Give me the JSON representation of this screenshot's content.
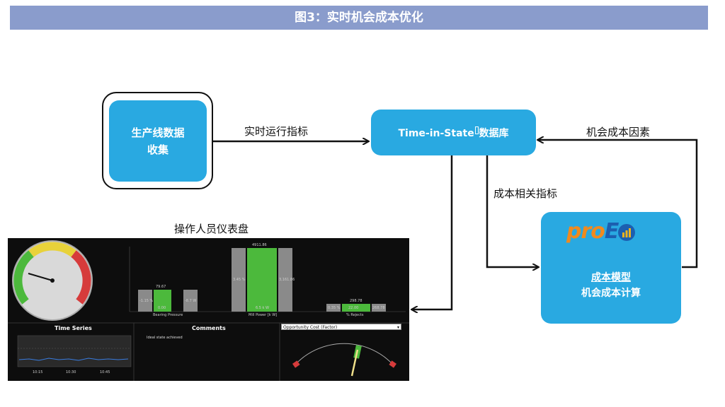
{
  "title": "图3：实时机会成本优化",
  "nodes": {
    "production": {
      "line1": "生产线数据",
      "line2": "收集"
    },
    "database": {
      "label": "Time-in-State",
      "suffix": "数据库"
    },
    "proe": {
      "logo_a": "pro",
      "logo_b": "E",
      "model": "成本模型",
      "calc": "机会成本计算"
    }
  },
  "edges": {
    "realtime": "实时运行指标",
    "factors": "机会成本因素",
    "related": "成本相关指标"
  },
  "dashboard": {
    "caption": "操作人员仪表盘",
    "time_series_title": "Time Series",
    "time_axis": [
      "10:15",
      "10:30",
      "10:45"
    ],
    "comments_title": "Comments",
    "comment_text": "Ideal state achieved",
    "dropdown": "Opportunity Cost (Factor)",
    "bar_groups": [
      {
        "label": "Bearing Pressure",
        "top": "79.67",
        "left": "-1.15 %",
        "mid": "0.00",
        "right": "-8.7 W"
      },
      {
        "label": "Mill Power [k W]",
        "top": "4911.86",
        "left": "3.45 %",
        "mid": "6.5 k W",
        "right": "3,161.86"
      },
      {
        "label": "% Rejects",
        "top": "298.78",
        "left": "0.35 %",
        "mid": "22.00",
        "right": "268.78"
      }
    ],
    "colors": {
      "green": "#4cb93c",
      "gray": "#8a8a8a",
      "red": "#d63b3b",
      "yellow": "#e8d23a"
    }
  }
}
